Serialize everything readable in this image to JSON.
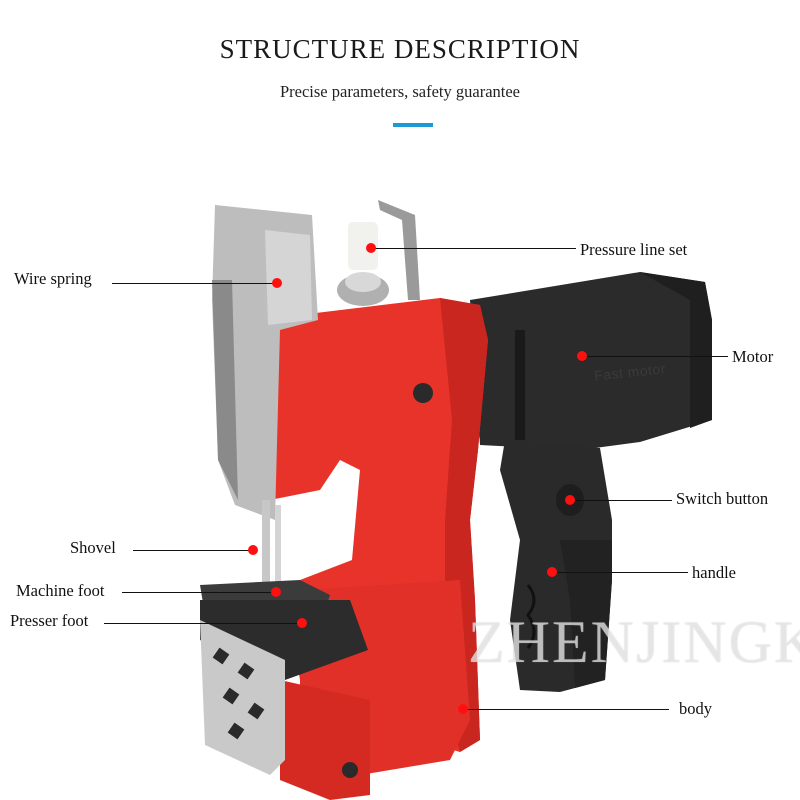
{
  "header": {
    "title": "STRUCTURE DESCRIPTION",
    "subtitle": "Precise parameters, safety guarantee"
  },
  "labels": {
    "wire_spring": "Wire spring",
    "pressure_line_set": "Pressure line set",
    "motor": "Motor",
    "switch_button": "Switch button",
    "shovel": "Shovel",
    "handle": "handle",
    "machine_foot": "Machine foot",
    "presser_foot": "Presser foot",
    "body": "body"
  },
  "product_text": {
    "motor_marking": "Fast motor",
    "watermark": "ZHENJINGK"
  },
  "colors": {
    "accent": "#1b9ad6",
    "machine_red": "#e8332b",
    "motor_black": "#2a2a2a",
    "callout_dot": "#ff1010"
  }
}
